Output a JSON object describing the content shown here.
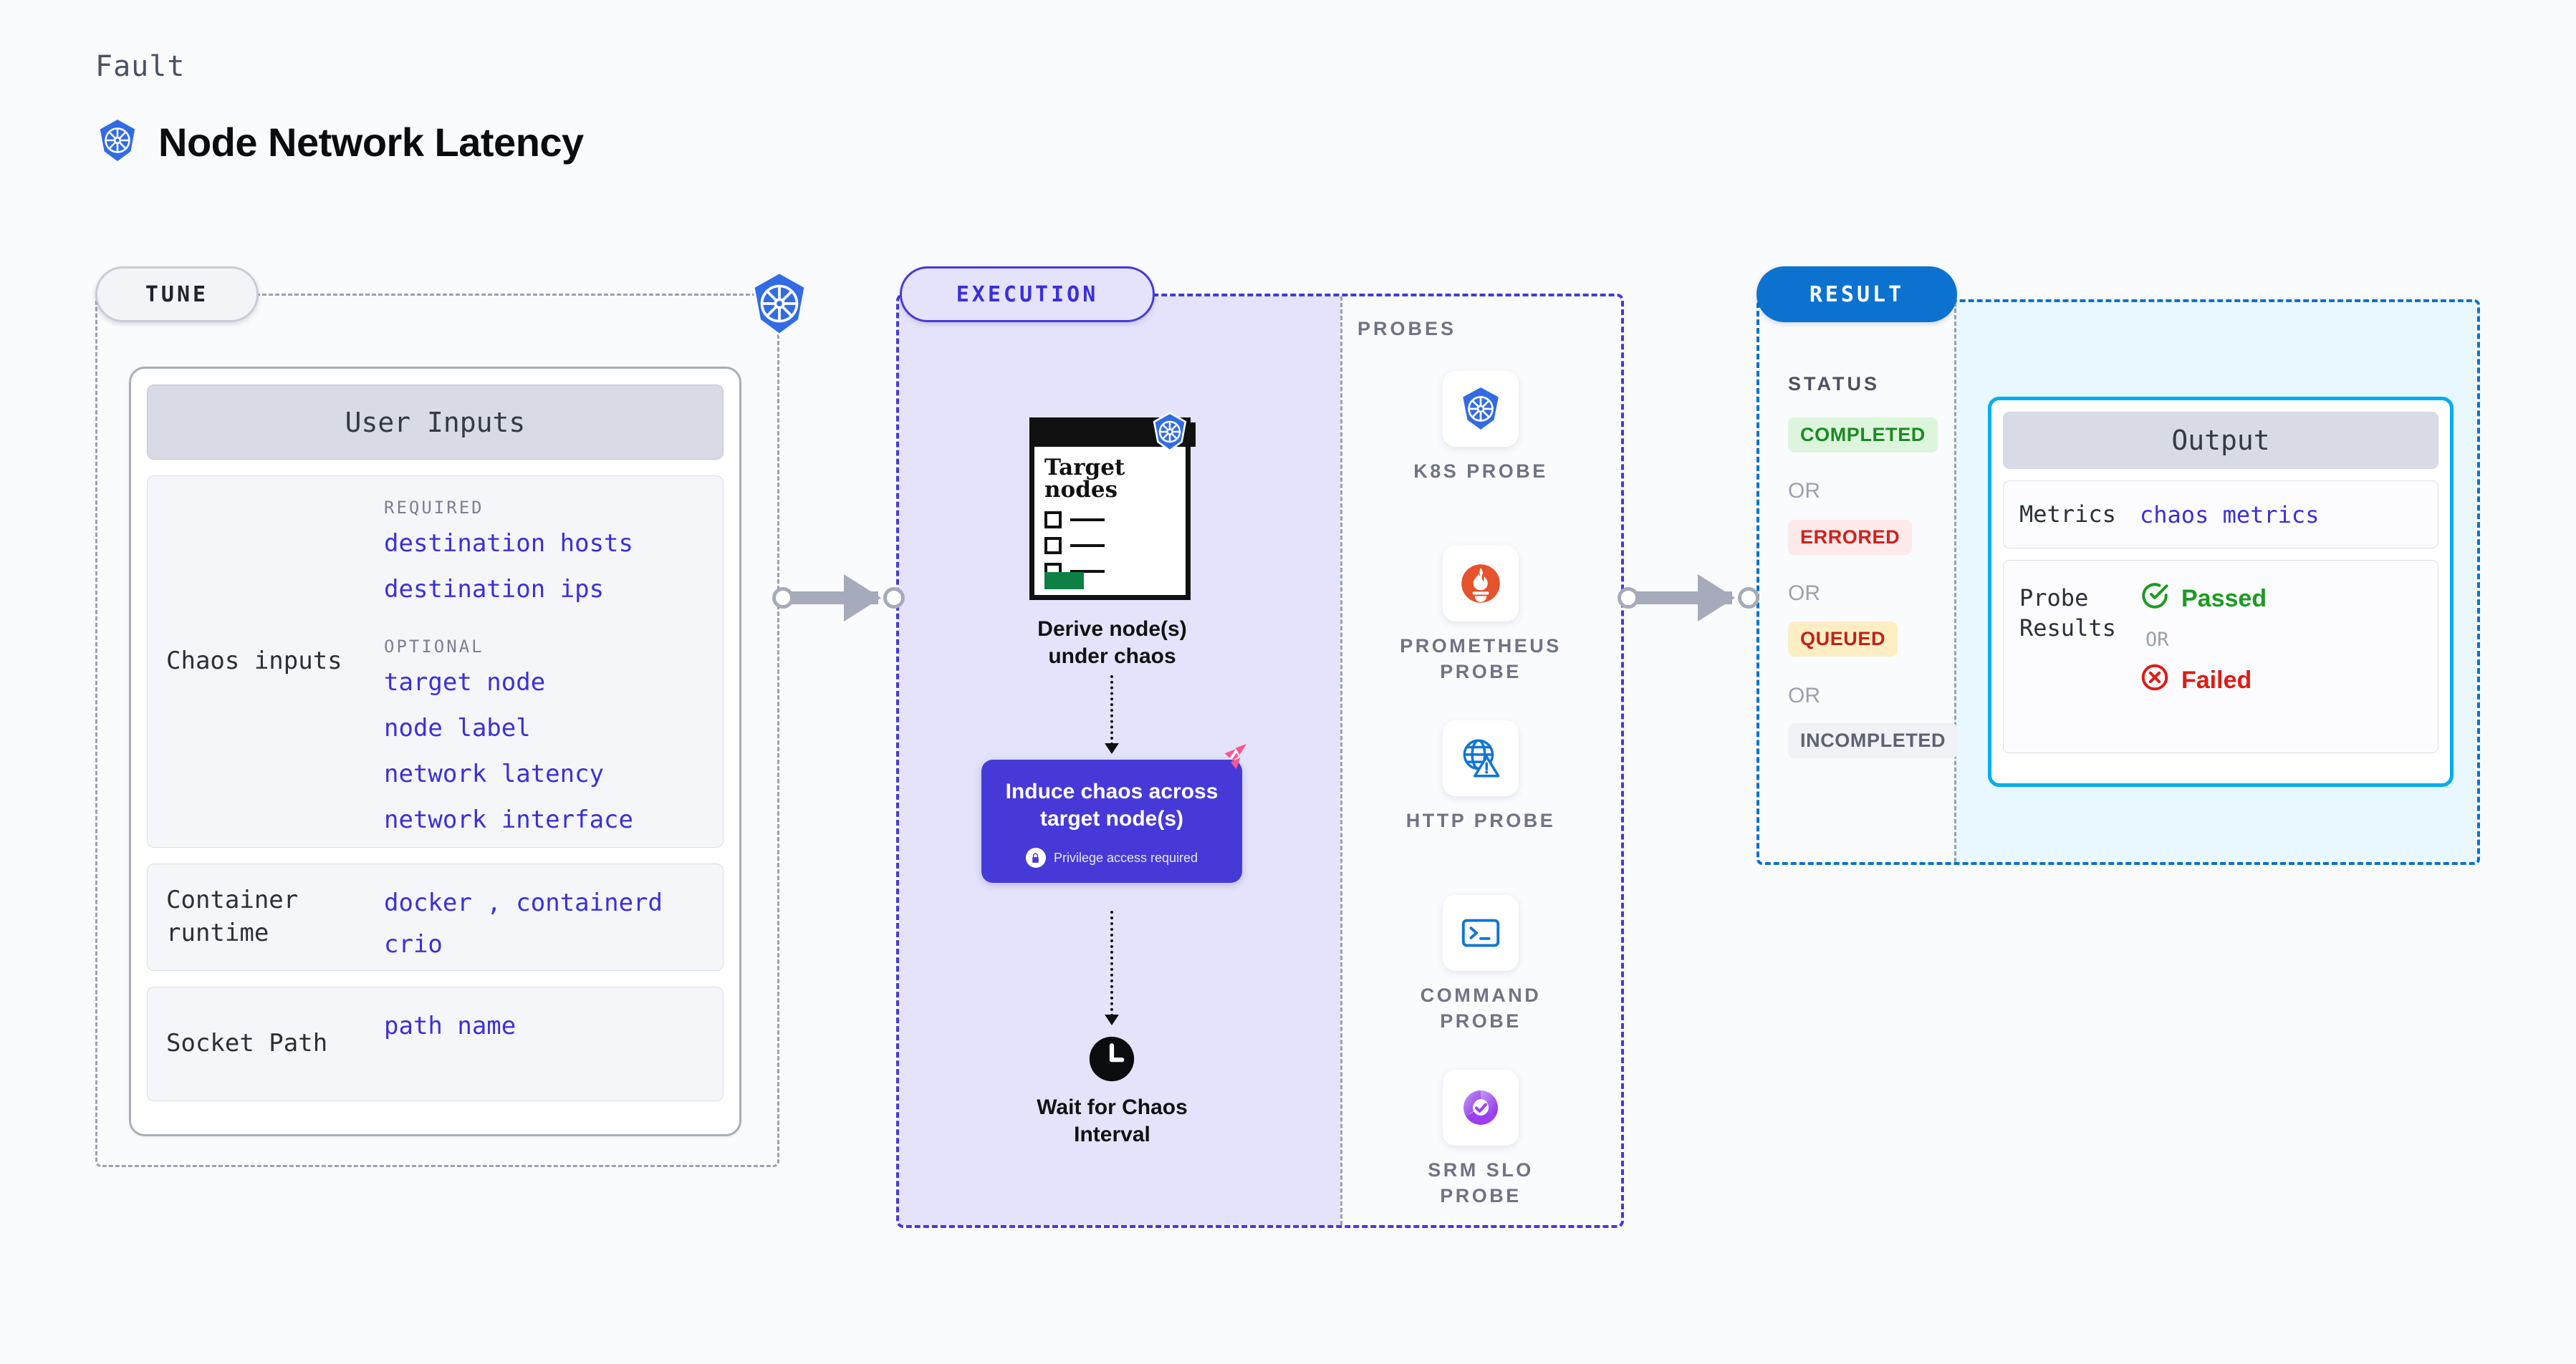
{
  "header": {
    "eyebrow": "Fault",
    "title": "Node Network Latency",
    "icon": "kubernetes-icon"
  },
  "tune": {
    "pill": "TUNE",
    "border_icon": "kubernetes-icon",
    "card_title": "User Inputs",
    "sections": [
      {
        "label": "Chaos inputs",
        "groups": [
          {
            "tag": "REQUIRED",
            "values": [
              "destination hosts",
              "destination ips"
            ]
          },
          {
            "tag": "OPTIONAL",
            "values": [
              "target node",
              "node label",
              "network latency",
              "network interface"
            ]
          }
        ]
      },
      {
        "label": "Container runtime",
        "values_line1": "docker",
        "separator": ",",
        "values_line1b": "containerd",
        "values_line2": "crio"
      },
      {
        "label": "Socket Path",
        "values_line1": "path name"
      }
    ]
  },
  "execution": {
    "pill": "EXECUTION",
    "probes_label": "PROBES",
    "target_card": {
      "title_line1": "Target",
      "title_line2": "nodes",
      "icon": "kubernetes-icon",
      "rows": 3
    },
    "step1_caption_line1": "Derive node(s)",
    "step1_caption_line2": "under chaos",
    "chaos_box": {
      "title_line1": "Induce chaos across",
      "title_line2": "target node(s)",
      "privilege_note": "Privilege access required",
      "lock_icon": "lock-icon",
      "brand_icon": "harness-logo-icon",
      "color": "#4639d8"
    },
    "wait_caption_line1": "Wait for Chaos",
    "wait_caption_line2": "Interval",
    "clock_icon": "clock-icon",
    "probes": [
      {
        "icon": "kubernetes-icon",
        "label_line1": "K8S  PROBE",
        "label_line2": ""
      },
      {
        "icon": "prometheus-icon",
        "label_line1": "PROMETHEUS",
        "label_line2": "PROBE"
      },
      {
        "icon": "http-globe-icon",
        "label_line1": "HTTP  PROBE",
        "label_line2": ""
      },
      {
        "icon": "terminal-icon",
        "label_line1": "COMMAND",
        "label_line2": "PROBE"
      },
      {
        "icon": "srm-slo-icon",
        "label_line1": "SRM  SLO",
        "label_line2": "PROBE"
      }
    ]
  },
  "result": {
    "pill": "RESULT",
    "status_label": "STATUS",
    "or_label": "OR",
    "statuses": [
      {
        "text": "COMPLETED",
        "fg": "#1c8a23",
        "bg": "#ddf5dd"
      },
      {
        "text": "ERRORED",
        "fg": "#d0221c",
        "bg": "#fdeaea"
      },
      {
        "text": "QUEUED",
        "fg": "#c0221c",
        "bg": "#fdeec4"
      },
      {
        "text": "INCOMPLETED",
        "fg": "#5c6272",
        "bg": "#f1f2f7"
      }
    ],
    "output": {
      "title": "Output",
      "metrics_label": "Metrics",
      "metrics_value": "chaos metrics",
      "probe_results_label_line1": "Probe",
      "probe_results_label_line2": "Results",
      "passed_text": "Passed",
      "passed_icon": "check-circle-icon",
      "or_text": "OR",
      "failed_text": "Failed",
      "failed_icon": "x-circle-icon"
    }
  },
  "colors": {
    "tune_accent": "#9aa1b0",
    "execution_accent": "#4639d8",
    "result_accent": "#0b72d0",
    "output_accent": "#00aeef",
    "value_blue": "#3b2fdb"
  }
}
